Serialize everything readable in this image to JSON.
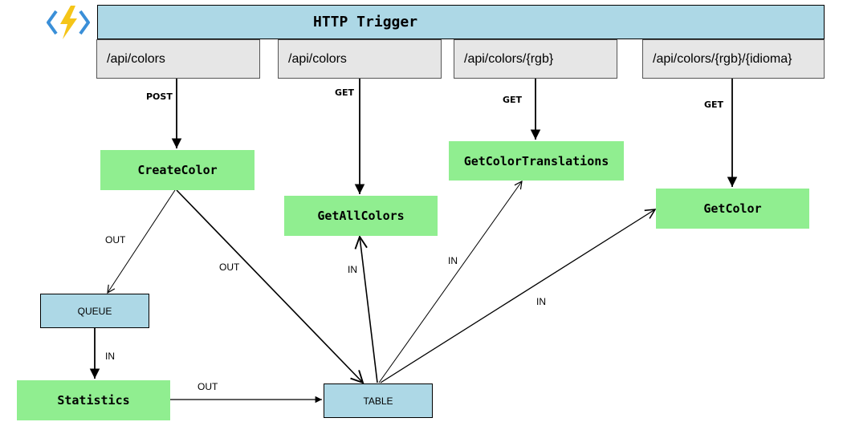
{
  "trigger": {
    "title": "HTTP Trigger"
  },
  "routes": [
    "/api/colors",
    "/api/colors",
    "/api/colors/{rgb}",
    "/api/colors/{rgb}/{idioma}"
  ],
  "methods": [
    "POST",
    "GET",
    "GET",
    "GET"
  ],
  "functions": {
    "create_color": "CreateColor",
    "get_all_colors": "GetAllColors",
    "get_color_translations": "GetColorTranslations",
    "get_color": "GetColor",
    "statistics": "Statistics"
  },
  "stores": {
    "queue": "QUEUE",
    "table": "TABLE"
  },
  "edge_labels": {
    "create_to_queue": "OUT",
    "create_to_table": "OUT",
    "queue_to_statistics": "IN",
    "statistics_to_table": "OUT",
    "table_to_getall": "IN",
    "table_to_translations": "IN",
    "table_to_getcolor": "IN"
  },
  "colors": {
    "trigger": "#add8e6",
    "route": "#e6e6e6",
    "function": "#90ee90",
    "store": "#add8e6",
    "logo": "#f5c518",
    "logo_brackets": "#3a8fd8"
  },
  "icons": {
    "logo": "azure-functions-icon"
  }
}
